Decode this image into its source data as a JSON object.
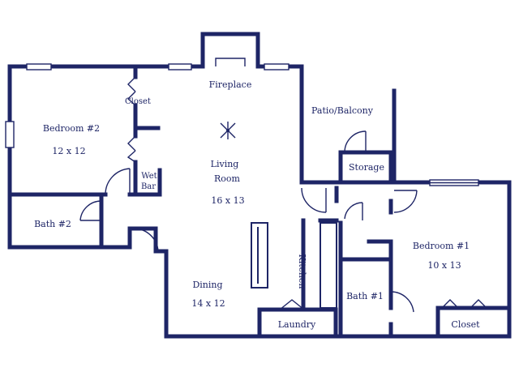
{
  "colors": {
    "wall": "#1e2566",
    "background": "#ffffff"
  },
  "rooms": {
    "fireplace": "Fireplace",
    "closet_2": "Closet",
    "bedroom_2": "Bedroom #2",
    "bedroom_2_size": "12 x 12",
    "patio": "Patio/Balcony",
    "living_room_line1": "Living",
    "living_room_line2": "Room",
    "living_room_size": "16 x 13",
    "wet_bar_line1": "Wet",
    "wet_bar_line2": "Bar",
    "storage": "Storage",
    "bath_2": "Bath #2",
    "bedroom_1": "Bedroom #1",
    "bedroom_1_size": "10 x 13",
    "kitchen": "Kitchen",
    "dining": "Dining",
    "dining_size": "14 x 12",
    "bath_1": "Bath #1",
    "laundry": "Laundry",
    "closet_1": "Closet"
  },
  "icons": {
    "ceiling_fan": "ceiling-fan-icon"
  }
}
